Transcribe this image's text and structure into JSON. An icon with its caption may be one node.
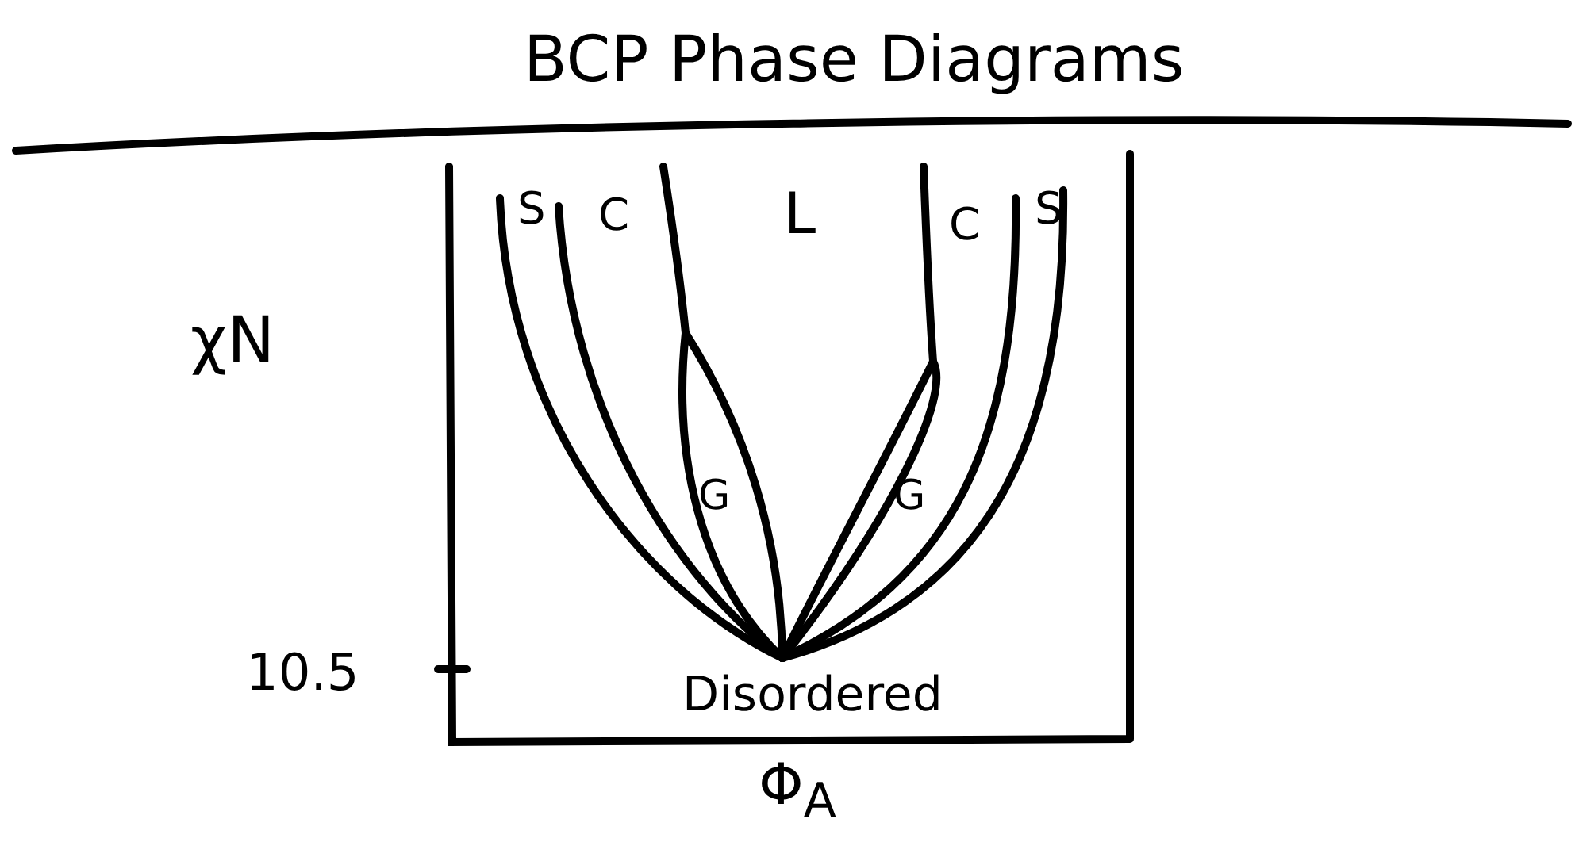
{
  "diagram": {
    "title": "BCP Phase Diagrams",
    "labels": [
      "S",
      "C",
      "L",
      "C",
      "S",
      "χN",
      "G",
      "G",
      "10.5",
      "Disordered",
      "Φ$_{A}$"
    ]
  }
}
